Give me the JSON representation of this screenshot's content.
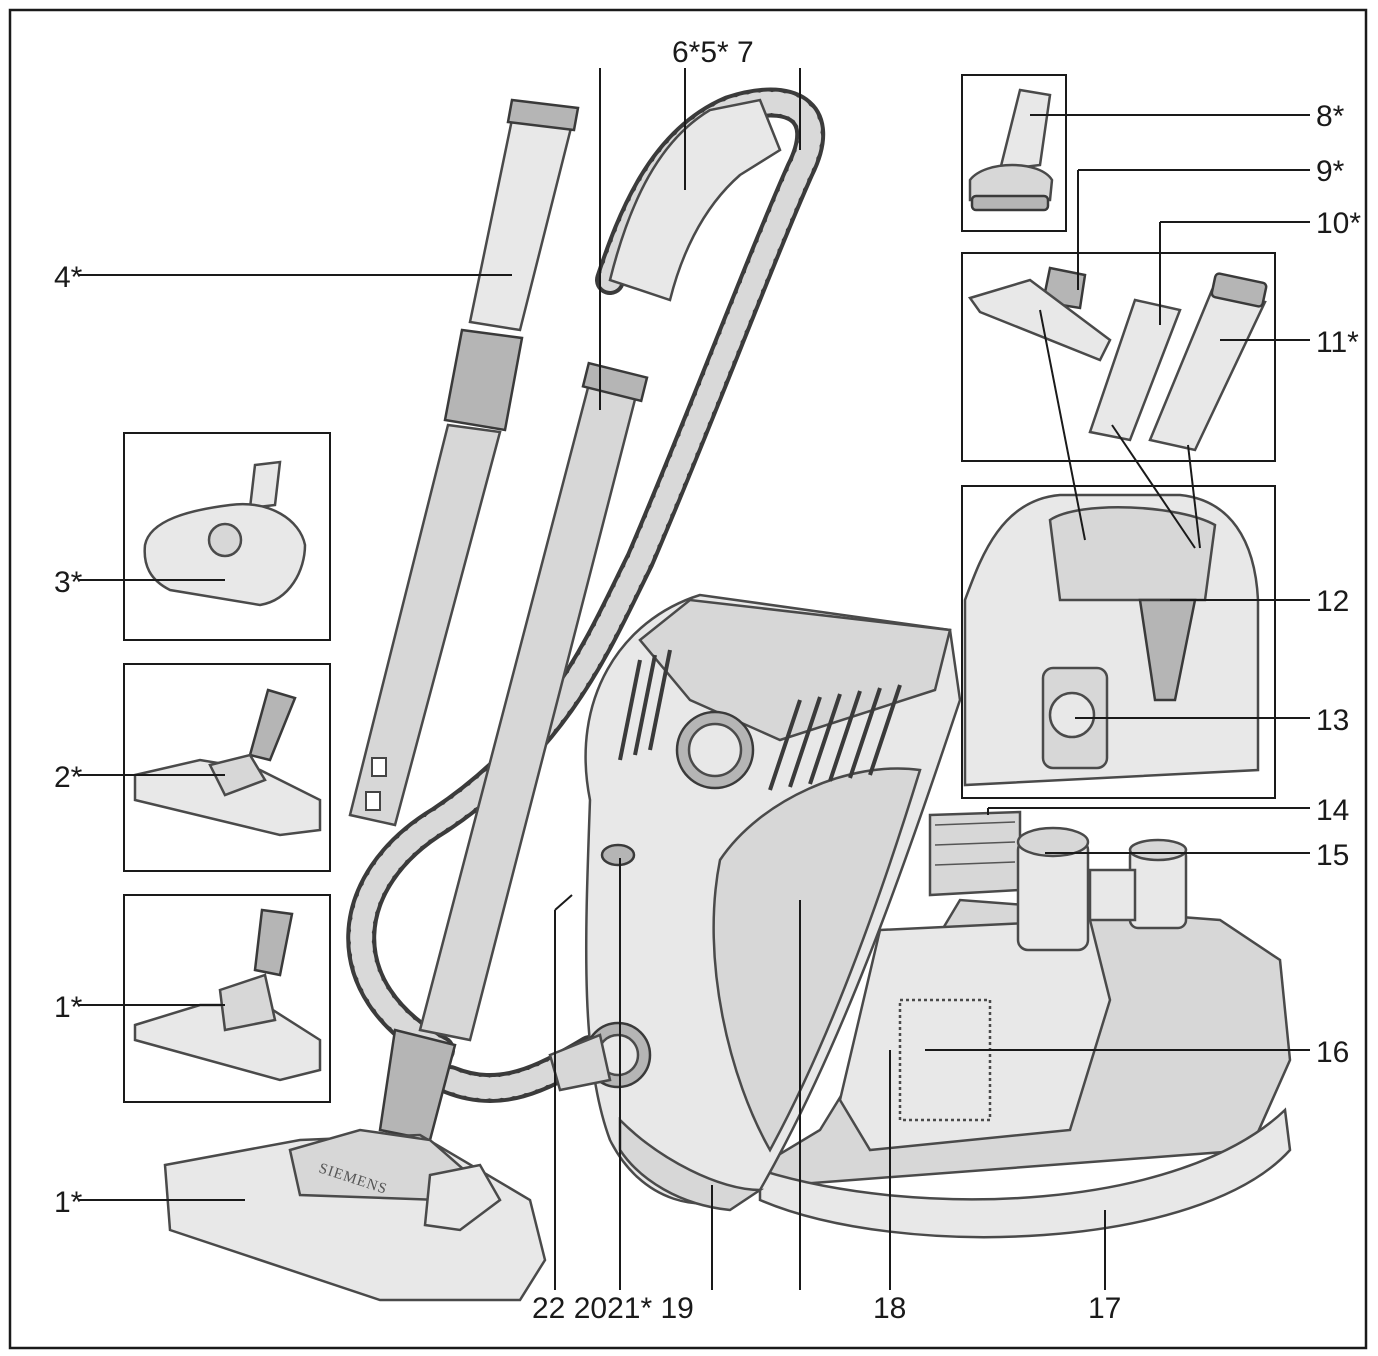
{
  "brand_text": "SIEMENS",
  "callouts": {
    "c1_top": "1*",
    "c1_bottom": "1*",
    "c2": "2*",
    "c3": "3*",
    "c4": "4*",
    "c_top": "6*5* 7",
    "c8": "8*",
    "c9": "9*",
    "c10": "10*",
    "c11": "11*",
    "c12": "12",
    "c13": "13",
    "c14": "14",
    "c15": "15",
    "c16": "16",
    "c17": "17",
    "c18": "18",
    "c19": "19",
    "c_bottom_left": "22 2021* 19"
  }
}
